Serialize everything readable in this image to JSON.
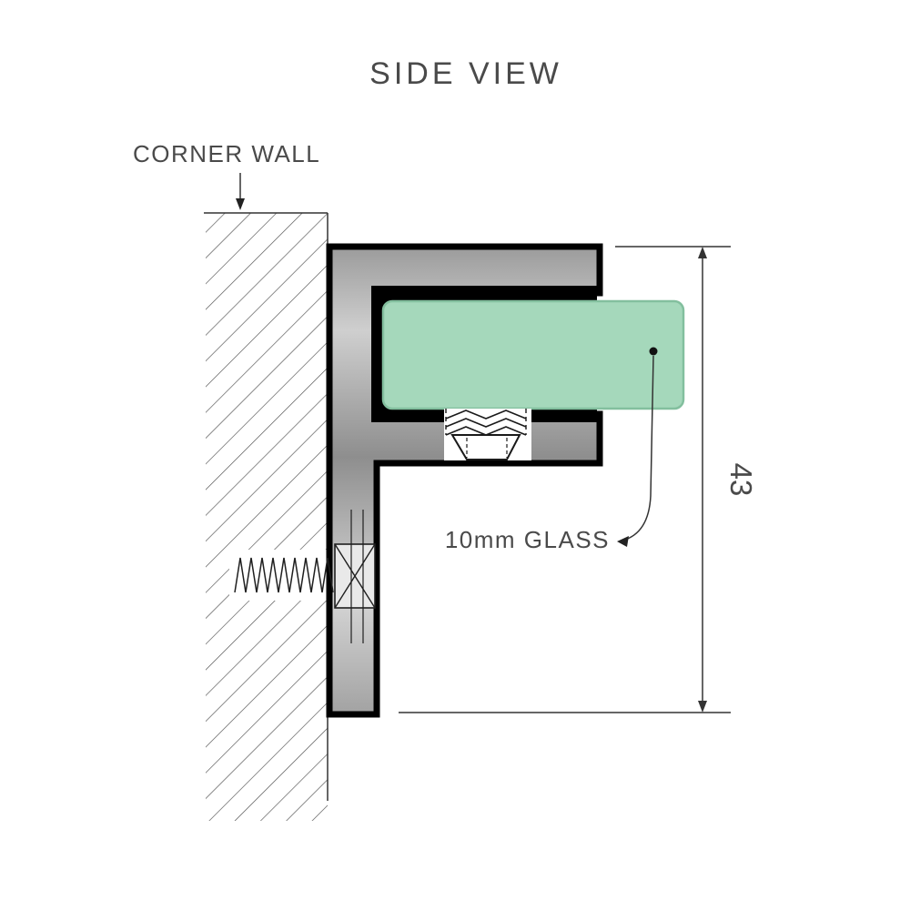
{
  "title": "SIDE VIEW",
  "diagram": {
    "wall_label": "CORNER WALL",
    "glass_label": "10mm GLASS",
    "dimension_value": "43"
  },
  "colors": {
    "background": "#ffffff",
    "text": "#4a4a4a",
    "line": "#333333",
    "outline": "#000000",
    "glass_fill": "#a5d8bb",
    "glass_stroke": "#83bf9e",
    "bracket_light": "#d6d6d6",
    "bracket_dark": "#8e8e8e"
  }
}
